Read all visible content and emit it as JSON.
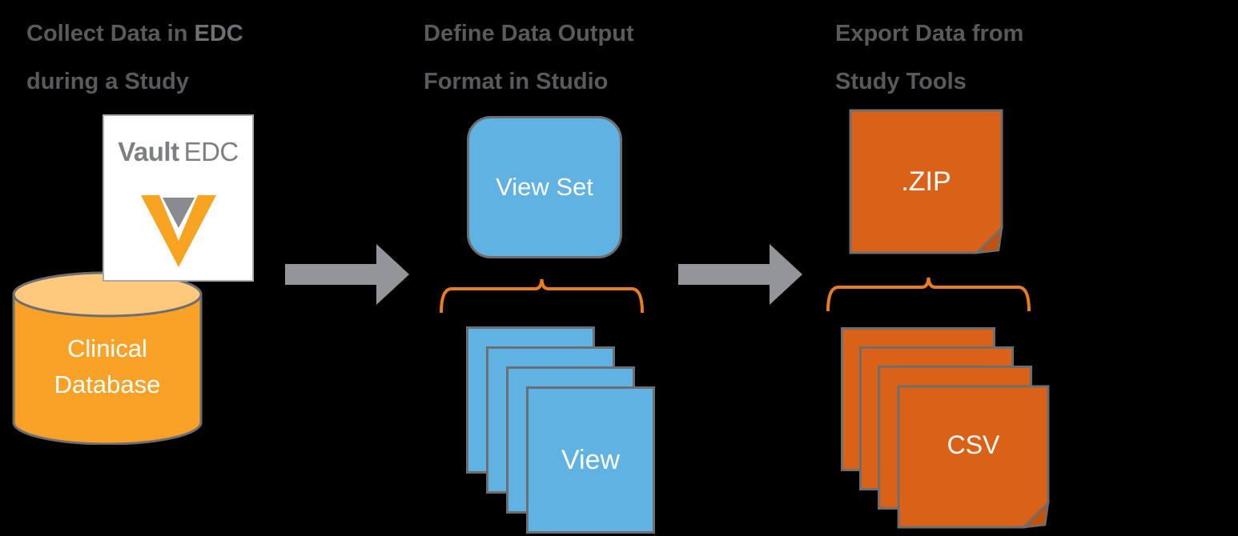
{
  "diagram": {
    "background": "#000000",
    "steps": [
      {
        "title_line1": "Collect Data in",
        "title_line1_highlight": "EDC",
        "title_line2": "during a Study",
        "vault_card": {
          "brand": "Vault",
          "product": "EDC"
        },
        "database": {
          "label_line1": "Clinical",
          "label_line2": "Database"
        }
      },
      {
        "title_line1": "Define Data Output",
        "title_line2": "Format in Studio",
        "view_set_label": "View Set",
        "view_label": "View",
        "view_page_count": 4
      },
      {
        "title_line1": "Export Data from",
        "title_line2": "Study Tools",
        "zip_label": ".ZIP",
        "csv_label": "CSV",
        "csv_page_count": 4
      }
    ],
    "icons": {
      "flow_arrow": "right-block-arrow",
      "veeva_logo": "veeva-v-chevron",
      "brace": "curly-brace-up",
      "database": "cylinder",
      "zip_file": "folded-corner-sheet",
      "csv_file": "folded-corner-sheet"
    },
    "colors": {
      "background": "#000000",
      "title_text": "#595A5E",
      "title_highlight": "#6E7073",
      "arrow": "#939598",
      "shape_border": "#6D6E71",
      "blue_fill": "#5FB2E2",
      "orange_dark": "#D96118",
      "orange_fold": "#C0540F",
      "orange_bright": "#F9A227",
      "orange_light": "#FEC87D",
      "brace": "#E87C22",
      "card_border": "#A7A9AC",
      "vault_text": "#7D7F82",
      "v_logo_orange": "#F7A423",
      "v_logo_gray": "#898B8E",
      "white_text": "#FFFFFF"
    }
  }
}
